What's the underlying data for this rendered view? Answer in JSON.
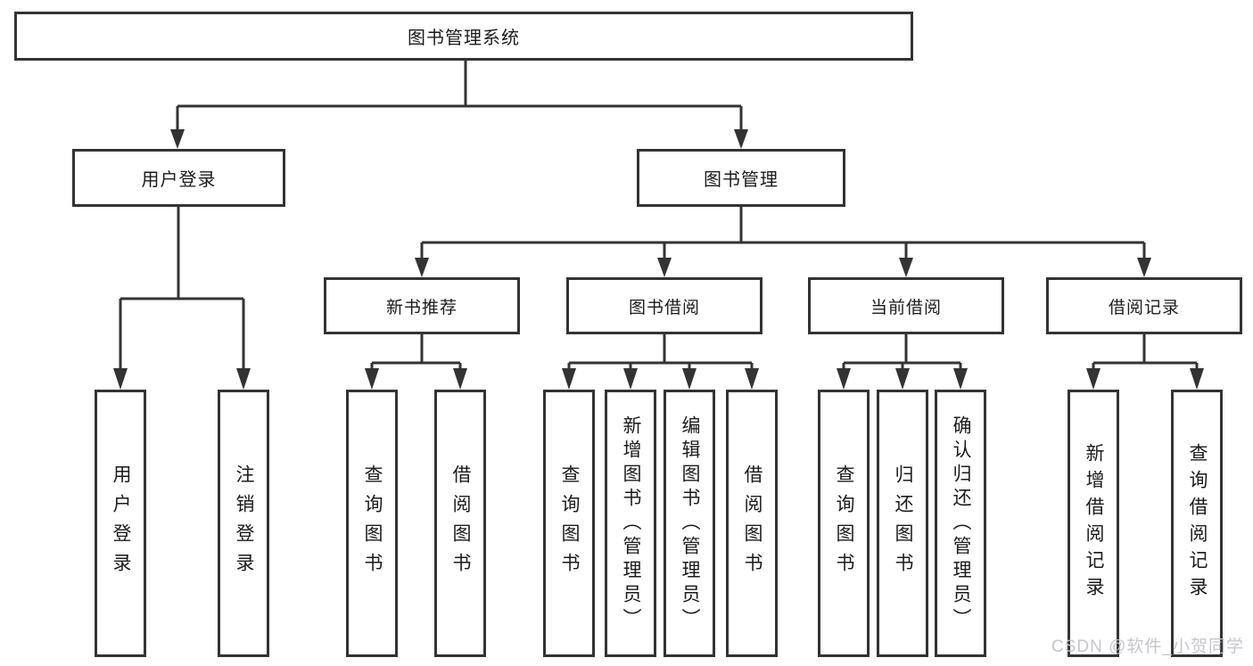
{
  "diagram": {
    "root": "图书管理系统",
    "level2": [
      "用户登录",
      "图书管理"
    ],
    "level3": [
      "新书推荐",
      "图书借阅",
      "当前借阅",
      "借阅记录"
    ],
    "leaves": [
      [
        "用户登录",
        "注销登录"
      ],
      [
        "查询图书",
        "借阅图书"
      ],
      [
        "查询图书",
        "新增图书（管理员）",
        "编辑图书（管理员）",
        "借阅图书"
      ],
      [
        "查询图书",
        "归还图书",
        "确认归还（管理员）"
      ],
      [
        "新增借阅记录",
        "查询借阅记录"
      ]
    ]
  },
  "watermark": "CSDN @软件_小贺同学",
  "colors": {
    "line": "#333333",
    "box_border": "#333333",
    "box_fill": "#ffffff",
    "text": "#1b1b1b",
    "watermark": "#c3c3ca"
  }
}
